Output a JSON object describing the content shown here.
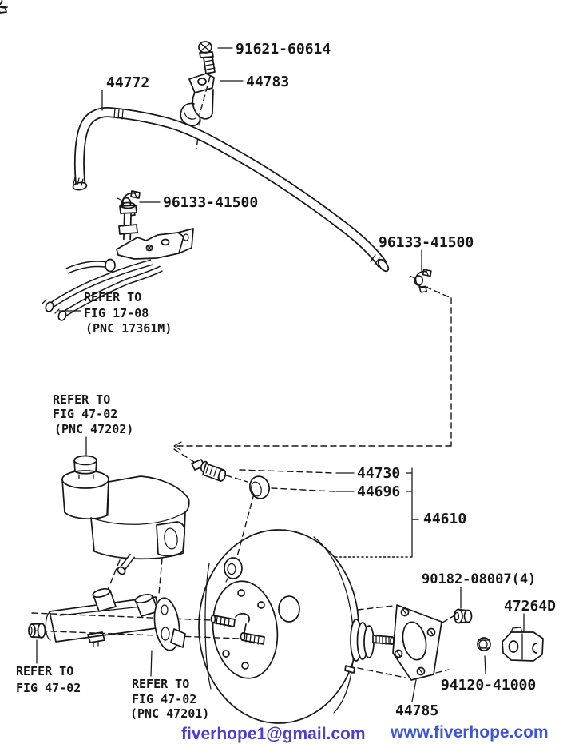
{
  "parts": {
    "screw": "91621-60614",
    "hose": "44772",
    "bracket": "44783",
    "clamp_upper": "96133-41500",
    "clamp_lower": "96133-41500",
    "union": "44730",
    "grommet": "44696",
    "booster": "44610",
    "nut_set": "90182-08007(4)",
    "clamp_block": "47264D",
    "nut": "94120-41000",
    "gasket": "44785"
  },
  "references": {
    "fig_17_08": {
      "line1": "REFER TO",
      "line2": "FIG 17-08",
      "line3": "(PNC 17361M)"
    },
    "fig_47_02_upper": {
      "line1": "REFER TO",
      "line2": "FIG 47-02",
      "line3": "(PNC 47202)"
    },
    "fig_47_02_left": {
      "line1": "REFER TO",
      "line2": "FIG 47-02"
    },
    "fig_47_02_lower": {
      "line1": "REFER TO",
      "line2": "FIG 47-02",
      "line3": "(PNC 47201)"
    }
  },
  "footer": {
    "email": "fiverhope1@gmail.com",
    "website": "www.fiverhope.com",
    "email_color": "#4a3fcf",
    "website_color": "#3d55dc"
  },
  "line_color": "#161616"
}
